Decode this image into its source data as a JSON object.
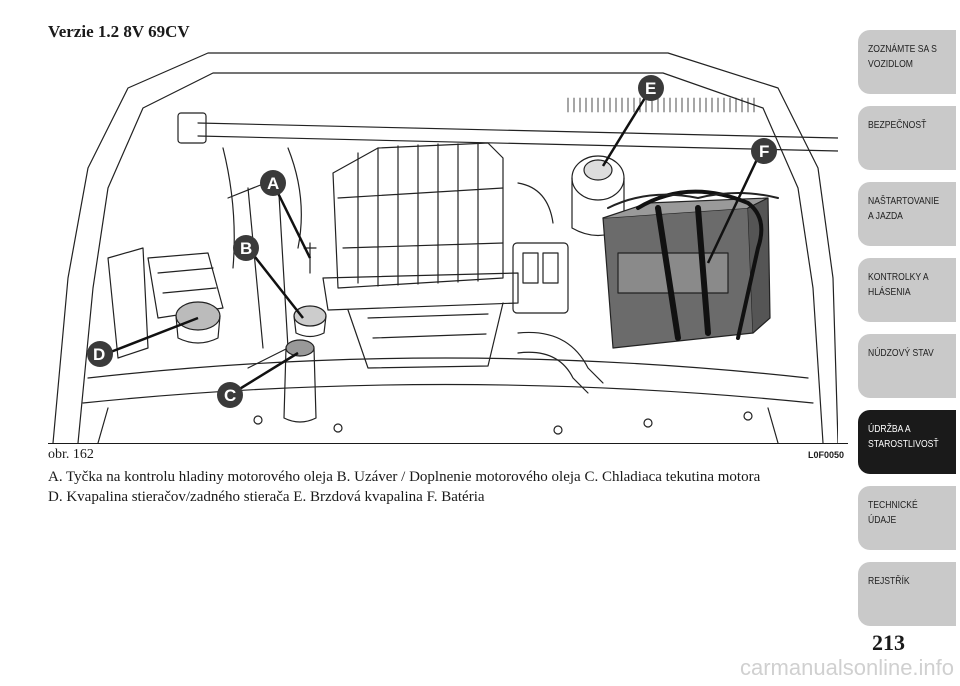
{
  "section_title": "Verzie 1.2 8V 69CV",
  "figure": {
    "label": "obr. 162",
    "code": "L0F0050",
    "callouts": [
      "A",
      "B",
      "C",
      "D",
      "E",
      "F"
    ]
  },
  "caption": {
    "line1": "A. Tyčka na kontrolu hladiny motorového oleja B. Uzáver / Doplnenie motorového oleja C. Chladiaca tekutina motora",
    "line2": "D. Kvapalina stieračov/zadného stierača E. Brzdová kvapalina F. Batéria"
  },
  "tabs": [
    {
      "line1": "ZOZNÁMTE SA S",
      "line2": "VOZIDLOM"
    },
    {
      "line1": "BEZPEČNOSŤ",
      "line2": ""
    },
    {
      "line1": "NAŠTARTOVANIE",
      "line2": "A JAZDA"
    },
    {
      "line1": "KONTROLKY A",
      "line2": "HLÁSENIA"
    },
    {
      "line1": "NÚDZOVÝ STAV",
      "line2": ""
    },
    {
      "line1": "ÚDRŽBA A",
      "line2": "STAROSTLIVOSŤ"
    },
    {
      "line1": "TECHNICKÉ",
      "line2": "ÚDAJE"
    },
    {
      "line1": "REJSTŘÍK",
      "line2": ""
    }
  ],
  "active_tab_index": 5,
  "colors": {
    "tab_inactive": "#c9c9c9",
    "tab_active": "#1a1a1a",
    "callout": "#3a3a3a"
  },
  "page_number": "213",
  "watermark": "carmanualsonline.info"
}
